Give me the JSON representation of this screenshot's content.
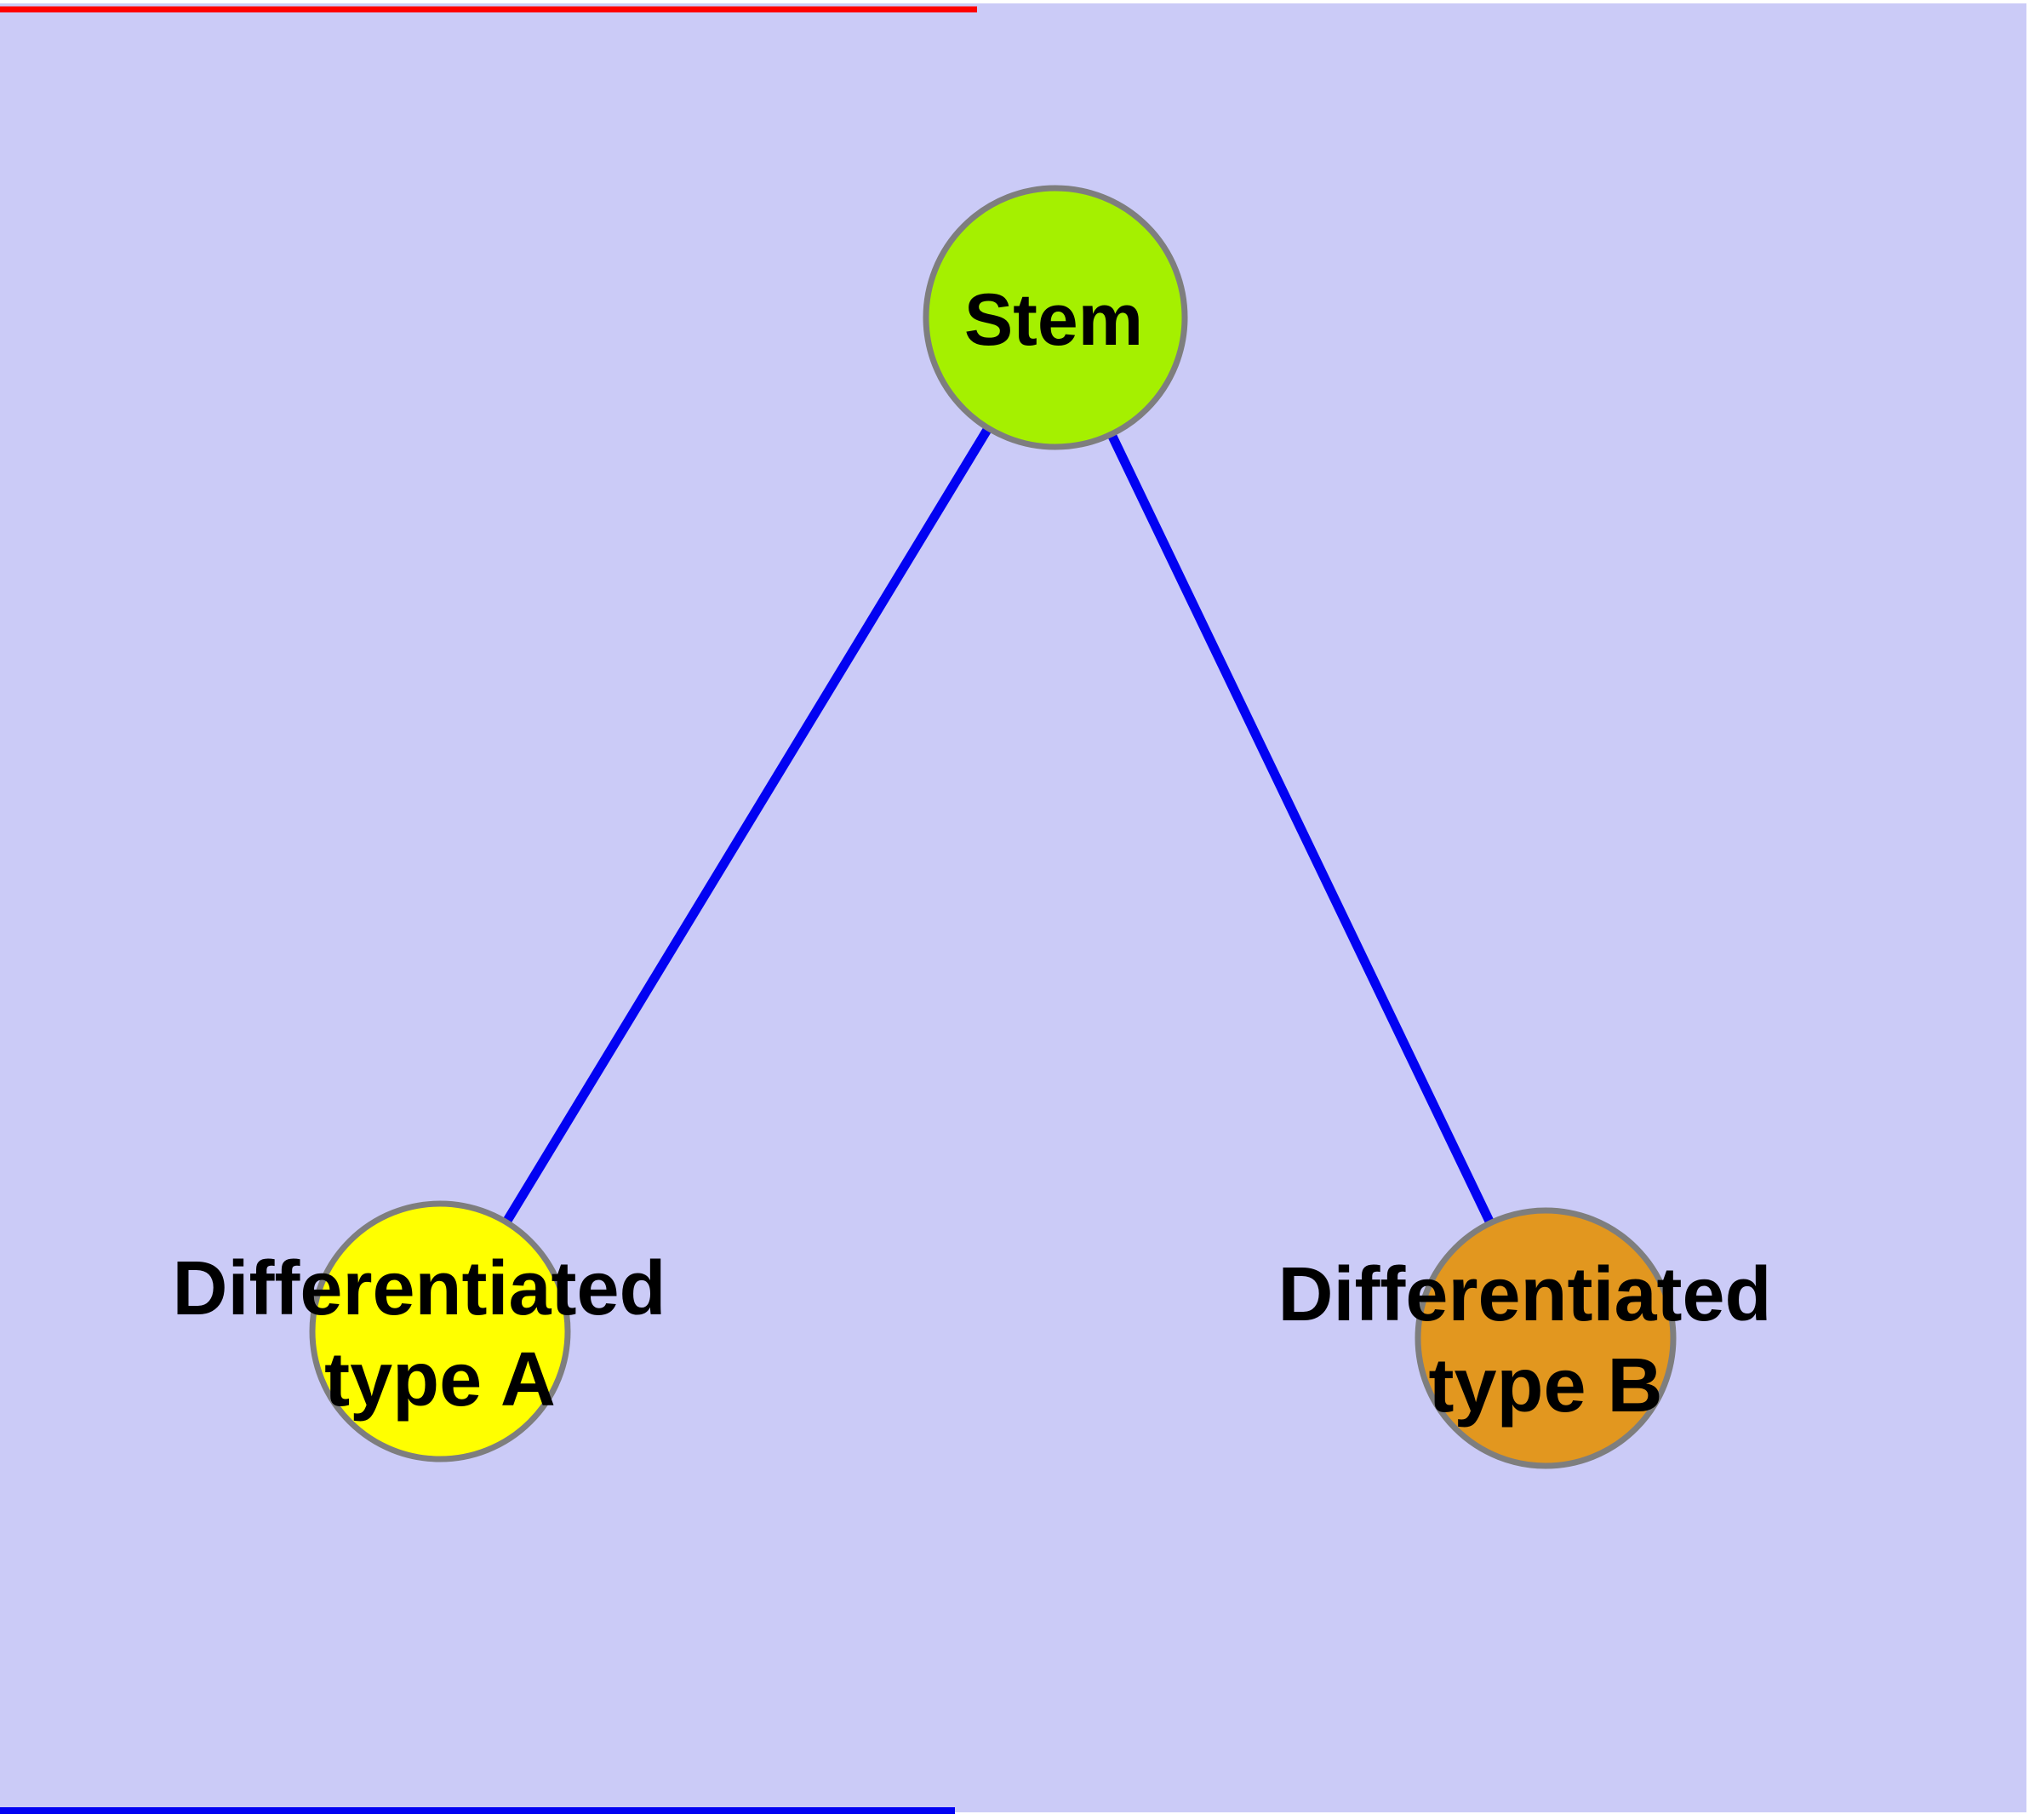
{
  "diagram": {
    "description": "Stem cell differentiation graph: a stem node connected to two differentiated cell type nodes",
    "canvas": {
      "background_color": "#CBCBF7",
      "outer_background": "#FFFFFF"
    },
    "nodes": [
      {
        "id": "stem",
        "label": "Stem",
        "shape": "circle",
        "fill": "#A5F000",
        "stroke": "#7E7E7E"
      },
      {
        "id": "differentiated-type-a",
        "label": "Differentiated type A",
        "lines": [
          "Differentiated",
          "type A"
        ],
        "shape": "circle",
        "fill": "#FFFF00",
        "stroke": "#7E7E7E"
      },
      {
        "id": "differentiated-type-b",
        "label": "Differentiated type B",
        "lines": [
          "Differentiated",
          "type B"
        ],
        "shape": "circle",
        "fill": "#E2971F",
        "stroke": "#7E7E7E"
      }
    ],
    "edges": [
      {
        "from": "stem",
        "to": "differentiated-type-a",
        "color": "#0202F2"
      },
      {
        "from": "stem",
        "to": "differentiated-type-b",
        "color": "#0202F2"
      }
    ],
    "decorations": {
      "top_edge_line_color": "#FF0000",
      "bottom_edge_line_color": "#0202F2"
    }
  }
}
